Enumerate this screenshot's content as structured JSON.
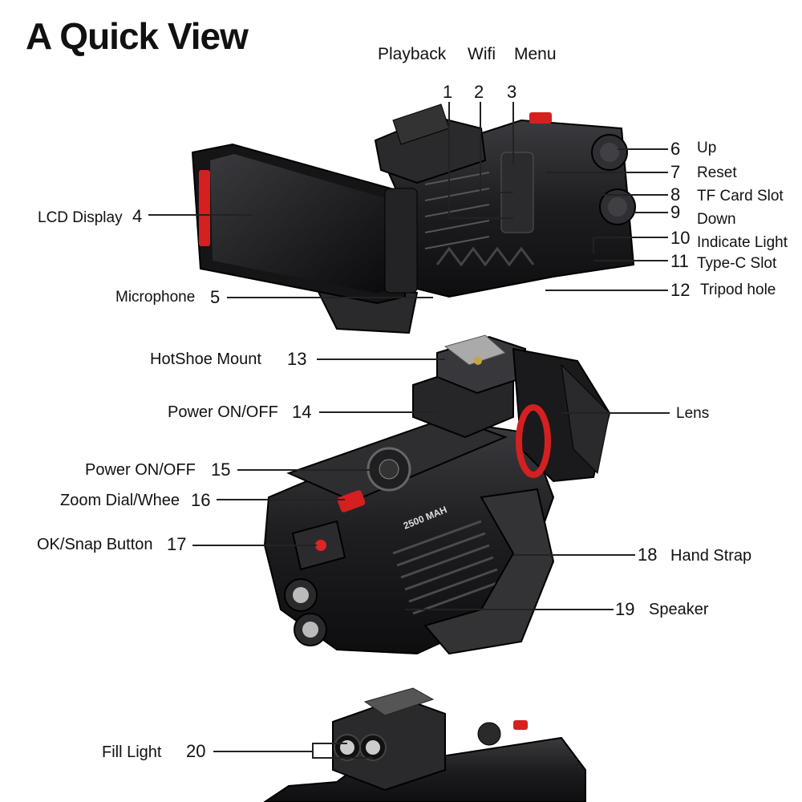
{
  "title": "A Quick View",
  "top_labels": {
    "playback": "Playback",
    "wifi": "Wifi",
    "menu": "Menu"
  },
  "callouts": {
    "c1": {
      "num": "1"
    },
    "c2": {
      "num": "2"
    },
    "c3": {
      "num": "3"
    },
    "c4": {
      "num": "4",
      "label": "LCD Display"
    },
    "c5": {
      "num": "5",
      "label": "Microphone"
    },
    "c6": {
      "num": "6",
      "label": "Up"
    },
    "c7": {
      "num": "7",
      "label": "Reset"
    },
    "c8": {
      "num": "8",
      "label": "TF Card Slot"
    },
    "c9": {
      "num": "9",
      "label": "Down"
    },
    "c10": {
      "num": "10",
      "label": "Indicate Light"
    },
    "c11": {
      "num": "11",
      "label": "Type-C Slot"
    },
    "c12": {
      "num": "12",
      "label": "Tripod hole"
    },
    "c13": {
      "num": "13",
      "label": "HotShoe Mount"
    },
    "c14": {
      "num": "14",
      "label": "Power ON/OFF"
    },
    "lens": {
      "label": "Lens"
    },
    "c15": {
      "num": "15",
      "label": "Power ON/OFF"
    },
    "c16": {
      "num": "16",
      "label": "Zoom Dial/Whee"
    },
    "c17": {
      "num": "17",
      "label": "OK/Snap Button"
    },
    "c18": {
      "num": "18",
      "label": "Hand Strap"
    },
    "c19": {
      "num": "19",
      "label": "Speaker"
    },
    "c20": {
      "num": "20",
      "label": "Fill Light"
    }
  },
  "camera_text": {
    "battery": "2500 MAH"
  },
  "colors": {
    "body": "#1c1c1e",
    "body_light": "#3a3a3d",
    "accent_red": "#d42020",
    "line": "#222222"
  }
}
